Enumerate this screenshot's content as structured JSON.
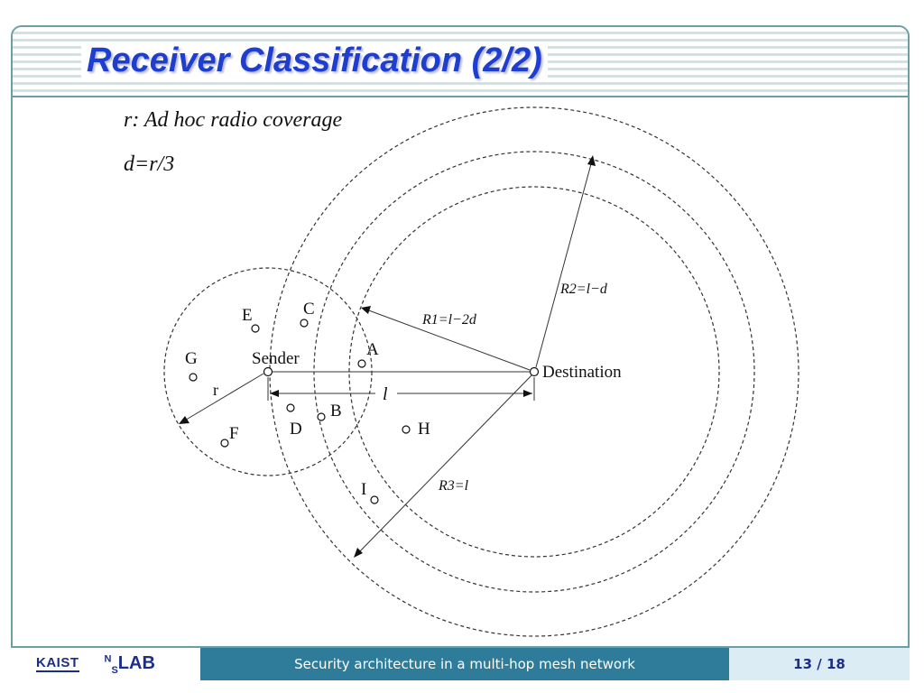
{
  "slide": {
    "title": "Receiver Classification (2/2)"
  },
  "diagram": {
    "legend_line1": "r: Ad hoc radio coverage",
    "legend_line2": "d=r/3",
    "nodes": {
      "sender": "Sender",
      "destination": "Destination",
      "a": "A",
      "b": "B",
      "c": "C",
      "d": "D",
      "e": "E",
      "f": "F",
      "g": "G",
      "h": "H",
      "i": "I"
    },
    "labels": {
      "r": "r",
      "l": "l",
      "r1": "R1=l−2d",
      "r2": "R2=l−d",
      "r3": "R3=l"
    }
  },
  "footer": {
    "logo_left": "KAIST",
    "logo_right_n": "N",
    "logo_right_s": "S",
    "logo_right_lab": "LAB",
    "text": "Security architecture in a multi-hop mesh network",
    "page": "13 / 18"
  }
}
